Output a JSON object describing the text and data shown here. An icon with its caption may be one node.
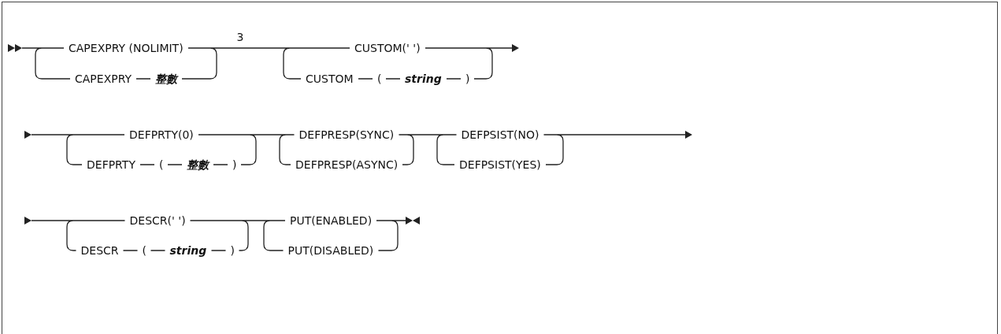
{
  "diagram": {
    "labels": [
      "CAPEXPRY (NOLIMIT)",
      "CAPEXPRY",
      "整數",
      "3",
      "CUSTOM(' ')",
      "CUSTOM",
      "(",
      "string",
      ")",
      "DEFPRTY(0)",
      "DEFPRTY",
      "(",
      "整數",
      ")",
      "DEFPRESP(SYNC)",
      "DEFPRESP(ASYNC)",
      "DEFPSIST(NO)",
      "DEFPSIST(YES)",
      "DESCR(' ')",
      "DESCR",
      "(",
      "string",
      ")",
      "PUT(ENABLED)",
      "PUT(DISABLED)"
    ]
  }
}
